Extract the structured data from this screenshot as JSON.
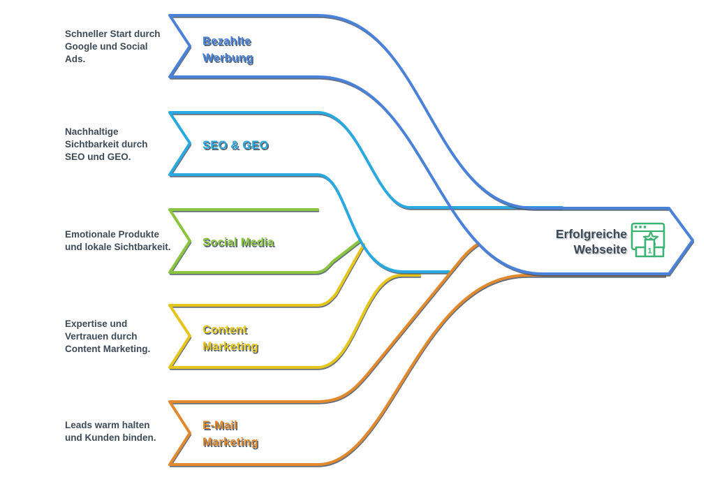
{
  "colors": {
    "blue": "#4a82da",
    "cyan": "#2aa9e0",
    "green": "#8bc53f",
    "yellow": "#e6c51c",
    "orange": "#e2892d",
    "dark_navy": "#3d4a57",
    "icon_green": "#3bb273",
    "line_shadow": "#3f4c5e",
    "background": "#ffffff"
  },
  "channels": [
    {
      "name": "bezahlte-werbung",
      "color": "#4a82da",
      "desc_lines": [
        "Schneller Start durch",
        "Google und Social",
        "Ads."
      ],
      "label_lines": [
        "Bezahlte",
        "Werbung"
      ]
    },
    {
      "name": "seo-geo",
      "color": "#2aa9e0",
      "desc_lines": [
        "Nachhaltige",
        "Sichtbarkeit durch",
        "SEO und GEO."
      ],
      "label_lines": [
        "SEO & GEO"
      ]
    },
    {
      "name": "social-media",
      "color": "#8bc53f",
      "desc_lines": [
        "Emotionale Produkte",
        "und lokale Sichtbarkeit."
      ],
      "label_lines": [
        "Social Media"
      ]
    },
    {
      "name": "content-marketing",
      "color": "#e6c51c",
      "desc_lines": [
        "Expertise und",
        "Vertrauen durch",
        "Content Marketing."
      ],
      "label_lines": [
        "Content",
        "Marketing"
      ]
    },
    {
      "name": "e-mail-marketing",
      "color": "#e2892d",
      "desc_lines": [
        "Leads warm halten",
        "und Kunden binden."
      ],
      "label_lines": [
        "E-Mail",
        "Marketing"
      ]
    }
  ],
  "result": {
    "label_lines": [
      "Erfolgreiche",
      "Webseite"
    ],
    "icon": "winner-website-icon",
    "icon_rank": "1"
  }
}
